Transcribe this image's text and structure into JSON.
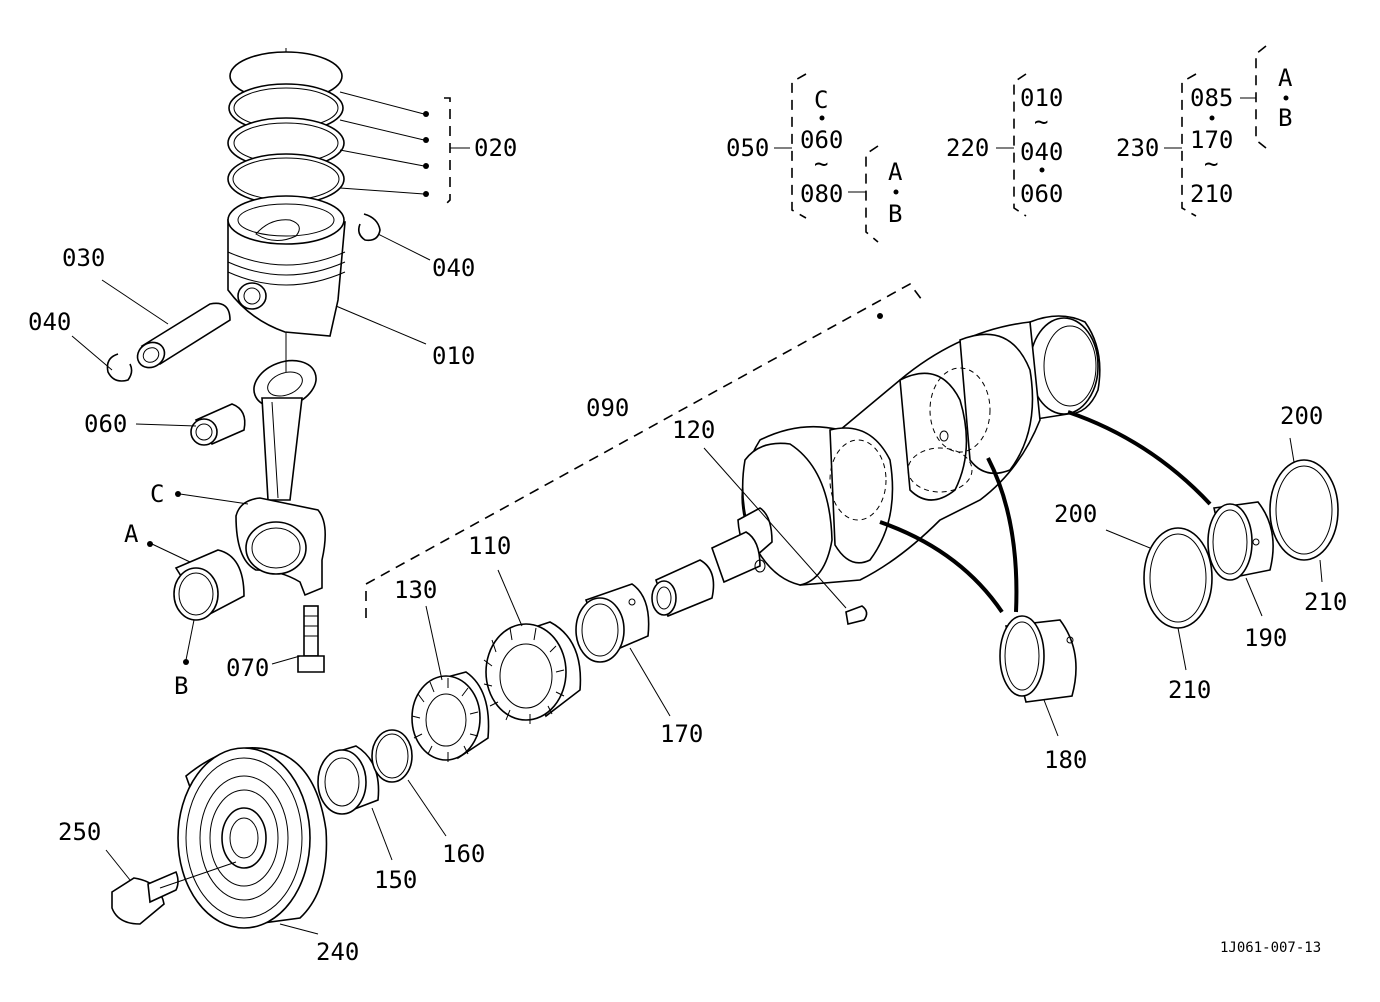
{
  "diagram": {
    "drawing_number": "1J061-007-13",
    "labels": {
      "p010": "010",
      "p020": "020",
      "p030": "030",
      "p040a": "040",
      "p040b": "040",
      "p050": "050",
      "p060": "060",
      "p070": "070",
      "p090": "090",
      "p110": "110",
      "p120": "120",
      "p130": "130",
      "p150": "150",
      "p160": "160",
      "p170": "170",
      "p180": "180",
      "p190": "190",
      "p200a": "200",
      "p200b": "200",
      "p210a": "210",
      "p210b": "210",
      "p220": "220",
      "p230": "230",
      "p240": "240",
      "p250": "250",
      "markA": "A",
      "markB": "B",
      "markC": "C"
    },
    "groups": {
      "g050": {
        "c": "C",
        "a": "060",
        "tilde": "~",
        "b": "080",
        "sub_a": "A",
        "sub_b": "B"
      },
      "g220": {
        "a": "010",
        "tilde": "~",
        "b": "040",
        "c": "060"
      },
      "g230": {
        "a": "085",
        "b": "170",
        "tilde": "~",
        "c": "210",
        "sub_a": "A",
        "sub_b": "B"
      }
    }
  }
}
